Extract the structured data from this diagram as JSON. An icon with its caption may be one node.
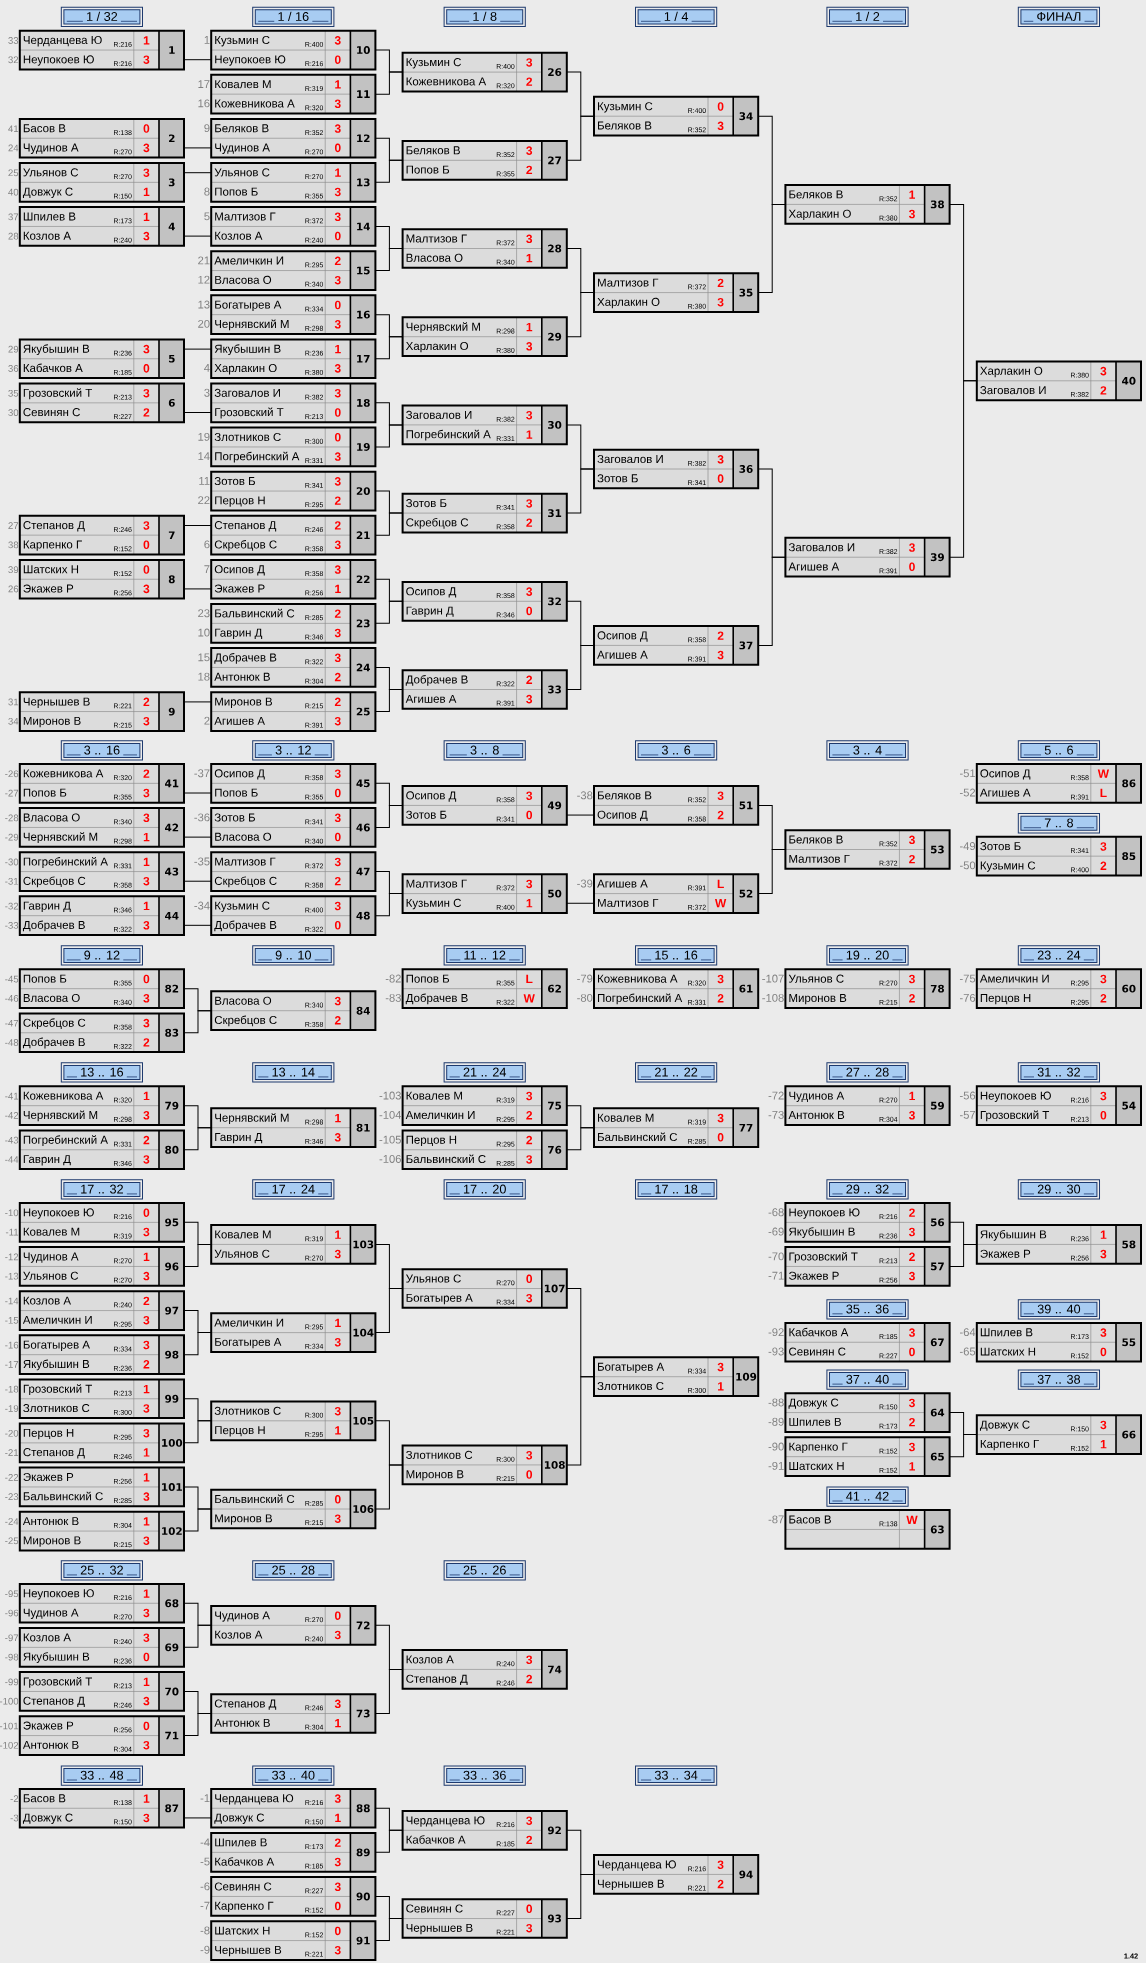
{
  "diagram": {
    "nodes": [
      {
        "text": [
          "1 / 32"
        ]
      },
      {
        "text": [
          "1 / 16"
        ]
      },
      {
        "text": [
          "1 / 8"
        ]
      },
      {
        "text": [
          "1 / 4"
        ]
      },
      {
        "text": [
          "1 / 2"
        ]
      },
      {
        "text": [
          "ФИНАЛ"
        ]
      },
      {
        "text": [
          "Черданцева Ю",
          "R:216",
          "1",
          "Неупокоев Ю",
          "R:216",
          "3",
          "1"
        ],
        "beside": [
          "33",
          "32"
        ]
      },
      {
        "text": [
          "Басов В",
          "R:138",
          "0",
          "Чудинов А",
          "R:270",
          "3",
          "2"
        ],
        "beside": [
          "41",
          "24"
        ]
      },
      {
        "text": [
          "Ульянов С",
          "R:270",
          "3",
          "Довжук С",
          "R:150",
          "1",
          "3"
        ],
        "beside": [
          "25",
          "40"
        ]
      },
      {
        "text": [
          "Шпилев В",
          "R:173",
          "1",
          "Козлов А",
          "R:240",
          "3",
          "4"
        ],
        "beside": [
          "37",
          "28"
        ]
      },
      {
        "text": [
          "Якубышин В",
          "R:236",
          "3",
          "Кабачков А",
          "R:185",
          "0",
          "5"
        ],
        "beside": [
          "29",
          "36"
        ]
      },
      {
        "text": [
          "Грозовский Т",
          "R:213",
          "3",
          "Севинян С",
          "R:227",
          "2",
          "6"
        ],
        "beside": [
          "35",
          "30"
        ]
      },
      {
        "text": [
          "Степанов Д",
          "R:246",
          "3",
          "Карпенко Г",
          "R:152",
          "0",
          "7"
        ],
        "beside": [
          "27",
          "38"
        ]
      },
      {
        "text": [
          "Шатских Н",
          "R:152",
          "0",
          "Экажев Р",
          "R:256",
          "3",
          "8"
        ],
        "beside": [
          "39",
          "26"
        ]
      },
      {
        "text": [
          "Чернышев В",
          "R:221",
          "2",
          "Миронов В",
          "R:215",
          "3",
          "9"
        ],
        "beside": [
          "31",
          "34"
        ]
      },
      {
        "text": [
          "Кузьмин С",
          "R:400",
          "3",
          "Неупокоев Ю",
          "R:216",
          "0",
          "10"
        ],
        "beside": [
          "1"
        ]
      },
      {
        "text": [
          "Ковалев М",
          "R:319",
          "1",
          "Кожевникова А",
          "R:320",
          "3",
          "11"
        ],
        "beside": [
          "17",
          "16"
        ]
      },
      {
        "text": [
          "Беляков В",
          "R:352",
          "3",
          "Чудинов А",
          "R:270",
          "0",
          "12"
        ],
        "beside": [
          "9"
        ]
      },
      {
        "text": [
          "Ульянов С",
          "R:270",
          "1",
          "Попов Б",
          "R:355",
          "3",
          "13"
        ],
        "beside": [
          "8"
        ]
      },
      {
        "text": [
          "Малтизов Г",
          "R:372",
          "3",
          "Козлов А",
          "R:240",
          "0",
          "14"
        ],
        "beside": [
          "5"
        ]
      },
      {
        "text": [
          "Амеличкин И",
          "R:295",
          "2",
          "Власова О",
          "R:340",
          "3",
          "15"
        ],
        "beside": [
          "21",
          "12"
        ]
      },
      {
        "text": [
          "Богатырев А",
          "R:334",
          "0",
          "Чернявский М",
          "R:298",
          "3",
          "16"
        ],
        "beside": [
          "13",
          "20"
        ]
      },
      {
        "text": [
          "Якубышин В",
          "R:236",
          "1",
          "Харлакин О",
          "R:380",
          "3",
          "17"
        ],
        "beside": [
          "4"
        ]
      },
      {
        "text": [
          "Заговалов И",
          "R:382",
          "3",
          "Грозовский Т",
          "R:213",
          "0",
          "18"
        ],
        "beside": [
          "3"
        ]
      },
      {
        "text": [
          "Злотников С",
          "R:300",
          "0",
          "Погребинский А",
          "R:331",
          "3",
          "19"
        ],
        "beside": [
          "19",
          "14"
        ]
      },
      {
        "text": [
          "Зотов Б",
          "R:341",
          "3",
          "Перцов Н",
          "R:295",
          "2",
          "20"
        ],
        "beside": [
          "11",
          "22"
        ]
      },
      {
        "text": [
          "Степанов Д",
          "R:246",
          "2",
          "Скребцов С",
          "R:358",
          "3",
          "21"
        ],
        "beside": [
          "6"
        ]
      },
      {
        "text": [
          "Осипов Д",
          "R:358",
          "3",
          "Экажев Р",
          "R:256",
          "1",
          "22"
        ],
        "beside": [
          "7"
        ]
      },
      {
        "text": [
          "Бальвинский С",
          "R:285",
          "2",
          "Гаврин Д",
          "R:346",
          "3",
          "23"
        ],
        "beside": [
          "23",
          "10"
        ]
      },
      {
        "text": [
          "Добрачев В",
          "R:322",
          "3",
          "Антонюк В",
          "R:304",
          "2",
          "24"
        ],
        "beside": [
          "15",
          "18"
        ]
      },
      {
        "text": [
          "Миронов В",
          "R:215",
          "2",
          "Агишев А",
          "R:391",
          "3",
          "25"
        ],
        "beside": [
          "2"
        ]
      },
      {
        "text": [
          "Кузьмин С",
          "R:400",
          "3",
          "Кожевникова А",
          "R:320",
          "2",
          "26"
        ]
      },
      {
        "text": [
          "Беляков В",
          "R:352",
          "3",
          "Попов Б",
          "R:355",
          "2",
          "27"
        ]
      },
      {
        "text": [
          "Малтизов Г",
          "R:372",
          "3",
          "Власова О",
          "R:340",
          "1",
          "28"
        ]
      },
      {
        "text": [
          "Чернявский М",
          "R:298",
          "1",
          "Харлакин О",
          "R:380",
          "3",
          "29"
        ]
      },
      {
        "text": [
          "Заговалов И",
          "R:382",
          "3",
          "Погребинский А",
          "R:331",
          "1",
          "30"
        ]
      },
      {
        "text": [
          "Зотов Б",
          "R:341",
          "3",
          "Скребцов С",
          "R:358",
          "2",
          "31"
        ]
      },
      {
        "text": [
          "Осипов Д",
          "R:358",
          "3",
          "Гаврин Д",
          "R:346",
          "0",
          "32"
        ]
      },
      {
        "text": [
          "Добрачев В",
          "R:322",
          "2",
          "Агишев А",
          "R:391",
          "3",
          "33"
        ]
      },
      {
        "text": [
          "Кузьмин С",
          "R:400",
          "0",
          "Беляков В",
          "R:352",
          "3",
          "34"
        ]
      },
      {
        "text": [
          "Малтизов Г",
          "R:372",
          "2",
          "Харлакин О",
          "R:380",
          "3",
          "35"
        ]
      },
      {
        "text": [
          "Заговалов И",
          "R:382",
          "3",
          "Зотов Б",
          "R:341",
          "0",
          "36"
        ]
      },
      {
        "text": [
          "Осипов Д",
          "R:358",
          "2",
          "Агишев А",
          "R:391",
          "3",
          "37"
        ]
      },
      {
        "text": [
          "Беляков В",
          "R:352",
          "1",
          "Харлакин О",
          "R:380",
          "3",
          "38"
        ]
      },
      {
        "text": [
          "Заговалов И",
          "R:382",
          "3",
          "Агишев А",
          "R:391",
          "0",
          "39"
        ]
      },
      {
        "text": [
          "Харлакин О",
          "R:380",
          "3",
          "Заговалов И",
          "R:382",
          "2",
          "40"
        ]
      },
      {
        "text": [
          "3 .. 16"
        ]
      },
      {
        "text": [
          "3 .. 12"
        ]
      },
      {
        "text": [
          "3 .. 8"
        ]
      },
      {
        "text": [
          "3 .. 6"
        ]
      },
      {
        "text": [
          "3 .. 4"
        ]
      },
      {
        "text": [
          "5 .. 6"
        ]
      },
      {
        "text": [
          "7 .. 8"
        ]
      },
      {
        "text": [
          "Кожевникова А",
          "R:320",
          "2",
          "Попов Б",
          "R:355",
          "3",
          "41"
        ],
        "beside": [
          "-26",
          "-27"
        ]
      },
      {
        "text": [
          "Власова О",
          "R:340",
          "3",
          "Чернявский М",
          "R:298",
          "1",
          "42"
        ],
        "beside": [
          "-28",
          "-29"
        ]
      },
      {
        "text": [
          "Погребинский А",
          "R:331",
          "1",
          "Скребцов С",
          "R:358",
          "3",
          "43"
        ],
        "beside": [
          "-30",
          "-31"
        ]
      },
      {
        "text": [
          "Гаврин Д",
          "R:346",
          "1",
          "Добрачев В",
          "R:322",
          "3",
          "44"
        ],
        "beside": [
          "-32",
          "-33"
        ]
      },
      {
        "text": [
          "Осипов Д",
          "R:358",
          "3",
          "Попов Б",
          "R:355",
          "0",
          "45"
        ],
        "beside": [
          "-37"
        ]
      },
      {
        "text": [
          "Зотов Б",
          "R:341",
          "3",
          "Власова О",
          "R:340",
          "0",
          "46"
        ],
        "beside": [
          "-36"
        ]
      },
      {
        "text": [
          "Малтизов Г",
          "R:372",
          "3",
          "Скребцов С",
          "R:358",
          "2",
          "47"
        ],
        "beside": [
          "-35"
        ]
      },
      {
        "text": [
          "Кузьмин С",
          "R:400",
          "3",
          "Добрачев В",
          "R:322",
          "0",
          "48"
        ],
        "beside": [
          "-34"
        ]
      },
      {
        "text": [
          "Осипов Д",
          "R:358",
          "3",
          "Зотов Б",
          "R:341",
          "0",
          "49"
        ]
      },
      {
        "text": [
          "Малтизов Г",
          "R:372",
          "3",
          "Кузьмин С",
          "R:400",
          "1",
          "50"
        ]
      },
      {
        "text": [
          "Беляков В",
          "R:352",
          "3",
          "Осипов Д",
          "R:358",
          "2",
          "51"
        ],
        "beside": [
          "-38"
        ]
      },
      {
        "text": [
          "Агишев А",
          "R:391",
          "L",
          "Малтизов Г",
          "R:372",
          "W",
          "52"
        ],
        "beside": [
          "-39"
        ]
      },
      {
        "text": [
          "Беляков В",
          "R:352",
          "3",
          "Малтизов Г",
          "R:372",
          "2",
          "53"
        ]
      },
      {
        "text": [
          "Осипов Д",
          "R:358",
          "W",
          "Агишев А",
          "R:391",
          "L",
          "86"
        ],
        "beside": [
          "-51",
          "-52"
        ]
      },
      {
        "text": [
          "Зотов Б",
          "R:341",
          "3",
          "Кузьмин С",
          "R:400",
          "2",
          "85"
        ],
        "beside": [
          "-49",
          "-50"
        ]
      },
      {
        "text": [
          "9 .. 12"
        ]
      },
      {
        "text": [
          "9 .. 10"
        ]
      },
      {
        "text": [
          "11 .. 12"
        ]
      },
      {
        "text": [
          "15 .. 16"
        ]
      },
      {
        "text": [
          "19 .. 20"
        ]
      },
      {
        "text": [
          "23 .. 24"
        ]
      },
      {
        "text": [
          "Попов Б",
          "R:355",
          "0",
          "Власова О",
          "R:340",
          "3",
          "82"
        ],
        "beside": [
          "-45",
          "-46"
        ]
      },
      {
        "text": [
          "Скребцов С",
          "R:358",
          "3",
          "Добрачев В",
          "R:322",
          "2",
          "83"
        ],
        "beside": [
          "-47",
          "-48"
        ]
      },
      {
        "text": [
          "Власова О",
          "R:340",
          "3",
          "Скребцов С",
          "R:358",
          "2",
          "84"
        ]
      },
      {
        "text": [
          "Попов Б",
          "R:355",
          "L",
          "Добрачев В",
          "R:322",
          "W",
          "62"
        ],
        "beside": [
          "-82",
          "-83"
        ]
      },
      {
        "text": [
          "Кожевникова А",
          "R:320",
          "3",
          "Погребинский А",
          "R:331",
          "2",
          "61"
        ],
        "beside": [
          "-79",
          "-80"
        ]
      },
      {
        "text": [
          "Ульянов С",
          "R:270",
          "3",
          "Миронов В",
          "R:215",
          "2",
          "78"
        ],
        "beside": [
          "-107",
          "-108"
        ]
      },
      {
        "text": [
          "Амеличкин И",
          "R:295",
          "3",
          "Перцов Н",
          "R:295",
          "2",
          "60"
        ],
        "beside": [
          "-75",
          "-76"
        ]
      },
      {
        "text": [
          "13 .. 16"
        ]
      },
      {
        "text": [
          "13 .. 14"
        ]
      },
      {
        "text": [
          "21 .. 24"
        ]
      },
      {
        "text": [
          "21 .. 22"
        ]
      },
      {
        "text": [
          "27 .. 28"
        ]
      },
      {
        "text": [
          "31 .. 32"
        ]
      },
      {
        "text": [
          "Кожевникова А",
          "R:320",
          "1",
          "Чернявский М",
          "R:298",
          "3",
          "79"
        ],
        "beside": [
          "-41",
          "-42"
        ]
      },
      {
        "text": [
          "Погребинский А",
          "R:331",
          "2",
          "Гаврин Д",
          "R:346",
          "3",
          "80"
        ],
        "beside": [
          "-43",
          "-44"
        ]
      },
      {
        "text": [
          "Чернявский М",
          "R:298",
          "1",
          "Гаврин Д",
          "R:346",
          "3",
          "81"
        ]
      },
      {
        "text": [
          "Ковалев М",
          "R:319",
          "3",
          "Амеличкин И",
          "R:295",
          "2",
          "75"
        ],
        "beside": [
          "-103",
          "-104"
        ]
      },
      {
        "text": [
          "Перцов Н",
          "R:295",
          "2",
          "Бальвинский С",
          "R:285",
          "3",
          "76"
        ],
        "beside": [
          "-105",
          "-106"
        ]
      },
      {
        "text": [
          "Ковалев М",
          "R:319",
          "3",
          "Бальвинский С",
          "R:285",
          "0",
          "77"
        ]
      },
      {
        "text": [
          "Чудинов А",
          "R:270",
          "1",
          "Антонюк В",
          "R:304",
          "3",
          "59"
        ],
        "beside": [
          "-72",
          "-73"
        ]
      },
      {
        "text": [
          "Неупокоев Ю",
          "R:216",
          "3",
          "Грозовский Т",
          "R:213",
          "0",
          "54"
        ],
        "beside": [
          "-56",
          "-57"
        ]
      },
      {
        "text": [
          "17 .. 32"
        ]
      },
      {
        "text": [
          "17 .. 24"
        ]
      },
      {
        "text": [
          "17 .. 20"
        ]
      },
      {
        "text": [
          "17 .. 18"
        ]
      },
      {
        "text": [
          "29 .. 32"
        ]
      },
      {
        "text": [
          "29 .. 30"
        ]
      },
      {
        "text": [
          "Неупокоев Ю",
          "R:216",
          "0",
          "Ковалев М",
          "R:319",
          "3",
          "95"
        ],
        "beside": [
          "-10",
          "-11"
        ]
      },
      {
        "text": [
          "Чудинов А",
          "R:270",
          "1",
          "Ульянов С",
          "R:270",
          "3",
          "96"
        ],
        "beside": [
          "-12",
          "-13"
        ]
      },
      {
        "text": [
          "Козлов А",
          "R:240",
          "2",
          "Амеличкин И",
          "R:295",
          "3",
          "97"
        ],
        "beside": [
          "-14",
          "-15"
        ]
      },
      {
        "text": [
          "Богатырев А",
          "R:334",
          "3",
          "Якубышин В",
          "R:236",
          "2",
          "98"
        ],
        "beside": [
          "-16",
          "-17"
        ]
      },
      {
        "text": [
          "Грозовский Т",
          "R:213",
          "1",
          "Злотников С",
          "R:300",
          "3",
          "99"
        ],
        "beside": [
          "-18",
          "-19"
        ]
      },
      {
        "text": [
          "Перцов Н",
          "R:295",
          "3",
          "Степанов Д",
          "R:246",
          "1",
          "100"
        ],
        "beside": [
          "-20",
          "-21"
        ]
      },
      {
        "text": [
          "Экажев Р",
          "R:256",
          "1",
          "Бальвинский С",
          "R:285",
          "3",
          "101"
        ],
        "beside": [
          "-22",
          "-23"
        ]
      },
      {
        "text": [
          "Антонюк В",
          "R:304",
          "1",
          "Миронов В",
          "R:215",
          "3",
          "102"
        ],
        "beside": [
          "-24",
          "-25"
        ]
      },
      {
        "text": [
          "Ковалев М",
          "R:319",
          "1",
          "Ульянов С",
          "R:270",
          "3",
          "103"
        ]
      },
      {
        "text": [
          "Амеличкин И",
          "R:295",
          "1",
          "Богатырев А",
          "R:334",
          "3",
          "104"
        ]
      },
      {
        "text": [
          "Злотников С",
          "R:300",
          "3",
          "Перцов Н",
          "R:295",
          "1",
          "105"
        ]
      },
      {
        "text": [
          "Бальвинский С",
          "R:285",
          "0",
          "Миронов В",
          "R:215",
          "3",
          "106"
        ]
      },
      {
        "text": [
          "Ульянов С",
          "R:270",
          "0",
          "Богатырев А",
          "R:334",
          "3",
          "107"
        ]
      },
      {
        "text": [
          "Злотников С",
          "R:300",
          "3",
          "Миронов В",
          "R:215",
          "0",
          "108"
        ]
      },
      {
        "text": [
          "Богатырев А",
          "R:334",
          "3",
          "Злотников С",
          "R:300",
          "1",
          "109"
        ]
      },
      {
        "text": [
          "Неупокоев Ю",
          "R:216",
          "2",
          "Якубышин В",
          "R:236",
          "3",
          "56"
        ],
        "beside": [
          "-68",
          "-69"
        ]
      },
      {
        "text": [
          "Грозовский Т",
          "R:213",
          "2",
          "Экажев Р",
          "R:256",
          "3",
          "57"
        ],
        "beside": [
          "-70",
          "-71"
        ]
      },
      {
        "text": [
          "Якубышин В",
          "R:236",
          "1",
          "Экажев Р",
          "R:256",
          "3",
          "58"
        ]
      },
      {
        "text": [
          "35 .. 36"
        ]
      },
      {
        "text": [
          "39 .. 40"
        ]
      },
      {
        "text": [
          "Кабачков А",
          "R:185",
          "3",
          "Севинян С",
          "R:227",
          "0",
          "67"
        ],
        "beside": [
          "-92",
          "-93"
        ]
      },
      {
        "text": [
          "Шпилев В",
          "R:173",
          "3",
          "Шатских Н",
          "R:152",
          "0",
          "55"
        ],
        "beside": [
          "-64",
          "-65"
        ]
      },
      {
        "text": [
          "37 .. 40"
        ]
      },
      {
        "text": [
          "37 .. 38"
        ]
      },
      {
        "text": [
          "Довжук С",
          "R:150",
          "3",
          "Шпилев В",
          "R:173",
          "2",
          "64"
        ],
        "beside": [
          "-88",
          "-89"
        ]
      },
      {
        "text": [
          "Карпенко Г",
          "R:152",
          "3",
          "Шатских Н",
          "R:152",
          "1",
          "65"
        ],
        "beside": [
          "-90",
          "-91"
        ]
      },
      {
        "text": [
          "Довжук С",
          "R:150",
          "3",
          "Карпенко Г",
          "R:152",
          "1",
          "66"
        ]
      },
      {
        "text": [
          "41 .. 42"
        ]
      },
      {
        "text": [
          "Басов В",
          "R:138",
          "W",
          "63"
        ],
        "beside": [
          "-87"
        ]
      },
      {
        "text": [
          "25 .. 32"
        ]
      },
      {
        "text": [
          "25 .. 28"
        ]
      },
      {
        "text": [
          "25 .. 26"
        ]
      },
      {
        "text": [
          "Неупокоев Ю",
          "R:216",
          "1",
          "Чудинов А",
          "R:270",
          "3",
          "68"
        ],
        "beside": [
          "-95",
          "-96"
        ]
      },
      {
        "text": [
          "Козлов А",
          "R:240",
          "3",
          "Якубышин В",
          "R:236",
          "0",
          "69"
        ],
        "beside": [
          "-97",
          "-98"
        ]
      },
      {
        "text": [
          "Грозовский Т",
          "R:213",
          "1",
          "Степанов Д",
          "R:246",
          "3",
          "70"
        ],
        "beside": [
          "-99",
          "-100"
        ]
      },
      {
        "text": [
          "Экажев Р",
          "R:256",
          "0",
          "Антонюк В",
          "R:304",
          "3",
          "71"
        ],
        "beside": [
          "-101",
          "-102"
        ]
      },
      {
        "text": [
          "Чудинов А",
          "R:270",
          "0",
          "Козлов А",
          "R:240",
          "3",
          "72"
        ]
      },
      {
        "text": [
          "Степанов Д",
          "R:246",
          "3",
          "Антонюк В",
          "R:304",
          "1",
          "73"
        ]
      },
      {
        "text": [
          "Козлов А",
          "R:240",
          "3",
          "Степанов Д",
          "R:246",
          "2",
          "74"
        ]
      },
      {
        "text": [
          "33 .. 48"
        ]
      },
      {
        "text": [
          "33 .. 40"
        ]
      },
      {
        "text": [
          "33 .. 36"
        ]
      },
      {
        "text": [
          "33 .. 34"
        ]
      },
      {
        "text": [
          "Басов В",
          "R:138",
          "1",
          "Довжук С",
          "R:150",
          "3",
          "87"
        ],
        "beside": [
          "-2",
          "-3"
        ]
      },
      {
        "text": [
          "Черданцева Ю",
          "R:216",
          "3",
          "Довжук С",
          "R:150",
          "1",
          "88"
        ],
        "beside": [
          "-1"
        ]
      },
      {
        "text": [
          "Шпилев В",
          "R:173",
          "2",
          "Кабачков А",
          "R:185",
          "3",
          "89"
        ],
        "beside": [
          "-4",
          "-5"
        ]
      },
      {
        "text": [
          "Севинян С",
          "R:227",
          "3",
          "Карпенко Г",
          "R:152",
          "0",
          "90"
        ],
        "beside": [
          "-6",
          "-7"
        ]
      },
      {
        "text": [
          "Шатских Н",
          "R:152",
          "0",
          "Чернышев В",
          "R:221",
          "3",
          "91"
        ],
        "beside": [
          "-8",
          "-9"
        ]
      },
      {
        "text": [
          "Черданцева Ю",
          "R:216",
          "3",
          "Кабачков А",
          "R:185",
          "2",
          "92"
        ]
      },
      {
        "text": [
          "Севинян С",
          "R:227",
          "0",
          "Чернышев В",
          "R:221",
          "3",
          "93"
        ]
      },
      {
        "text": [
          "Черданцева Ю",
          "R:216",
          "3",
          "Чернышев В",
          "R:221",
          "2",
          "94"
        ]
      }
    ],
    "edges": [
      {
        "from": 6,
        "to": 15,
        "arrow": "none"
      },
      {
        "from": 7,
        "to": 17,
        "arrow": "none"
      },
      {
        "from": 8,
        "to": 18,
        "arrow": "none"
      },
      {
        "from": 9,
        "to": 19,
        "arrow": "none"
      },
      {
        "from": 10,
        "to": 22,
        "arrow": "none"
      },
      {
        "from": 11,
        "to": 23,
        "arrow": "none"
      },
      {
        "from": 12,
        "to": 26,
        "arrow": "none"
      },
      {
        "from": 13,
        "to": 27,
        "arrow": "none"
      },
      {
        "from": 14,
        "to": 30,
        "arrow": "none"
      },
      {
        "from": 15,
        "to": 31,
        "arrow": "none"
      },
      {
        "from": 16,
        "to": 31,
        "arrow": "none"
      },
      {
        "from": 17,
        "to": 32,
        "arrow": "none"
      },
      {
        "from": 18,
        "to": 32,
        "arrow": "none"
      },
      {
        "from": 19,
        "to": 33,
        "arrow": "none"
      },
      {
        "from": 20,
        "to": 33,
        "arrow": "none"
      },
      {
        "from": 21,
        "to": 34,
        "arrow": "none"
      },
      {
        "from": 22,
        "to": 34,
        "arrow": "none"
      },
      {
        "from": 23,
        "to": 35,
        "arrow": "none"
      },
      {
        "from": 24,
        "to": 35,
        "arrow": "none"
      },
      {
        "from": 25,
        "to": 36,
        "arrow": "none"
      },
      {
        "from": 26,
        "to": 36,
        "arrow": "none"
      },
      {
        "from": 27,
        "to": 37,
        "arrow": "none"
      },
      {
        "from": 28,
        "to": 37,
        "arrow": "none"
      },
      {
        "from": 29,
        "to": 38,
        "arrow": "none"
      },
      {
        "from": 30,
        "to": 38,
        "arrow": "none"
      },
      {
        "from": 31,
        "to": 39,
        "arrow": "none"
      },
      {
        "from": 32,
        "to": 39,
        "arrow": "none"
      },
      {
        "from": 33,
        "to": 40,
        "arrow": "none"
      },
      {
        "from": 34,
        "to": 40,
        "arrow": "none"
      },
      {
        "from": 35,
        "to": 41,
        "arrow": "none"
      },
      {
        "from": 36,
        "to": 41,
        "arrow": "none"
      },
      {
        "from": 37,
        "to": 42,
        "arrow": "none"
      },
      {
        "from": 38,
        "to": 42,
        "arrow": "none"
      },
      {
        "from": 39,
        "to": 43,
        "arrow": "none"
      },
      {
        "from": 40,
        "to": 43,
        "arrow": "none"
      },
      {
        "from": 41,
        "to": 44,
        "arrow": "none"
      },
      {
        "from": 42,
        "to": 44,
        "arrow": "none"
      },
      {
        "from": 43,
        "to": 45,
        "arrow": "none"
      },
      {
        "from": 44,
        "to": 45,
        "arrow": "none"
      },
      {
        "from": 53,
        "to": 57,
        "arrow": "none"
      },
      {
        "from": 54,
        "to": 58,
        "arrow": "none"
      },
      {
        "from": 55,
        "to": 59,
        "arrow": "none"
      },
      {
        "from": 56,
        "to": 60,
        "arrow": "none"
      },
      {
        "from": 57,
        "to": 61,
        "arrow": "none"
      },
      {
        "from": 58,
        "to": 61,
        "arrow": "none"
      },
      {
        "from": 59,
        "to": 62,
        "arrow": "none"
      },
      {
        "from": 60,
        "to": 62,
        "arrow": "none"
      },
      {
        "from": 61,
        "to": 63,
        "arrow": "none"
      },
      {
        "from": 62,
        "to": 64,
        "arrow": "none"
      },
      {
        "from": 63,
        "to": 65,
        "arrow": "none"
      },
      {
        "from": 64,
        "to": 65,
        "arrow": "none"
      },
      {
        "from": 74,
        "to": 76,
        "arrow": "none"
      },
      {
        "from": 75,
        "to": 76,
        "arrow": "none"
      },
      {
        "from": 87,
        "to": 89,
        "arrow": "none"
      },
      {
        "from": 88,
        "to": 89,
        "arrow": "none"
      },
      {
        "from": 90,
        "to": 92,
        "arrow": "none"
      },
      {
        "from": 91,
        "to": 92,
        "arrow": "none"
      },
      {
        "from": 101,
        "to": 109,
        "arrow": "none"
      },
      {
        "from": 102,
        "to": 109,
        "arrow": "none"
      },
      {
        "from": 103,
        "to": 110,
        "arrow": "none"
      },
      {
        "from": 104,
        "to": 110,
        "arrow": "none"
      },
      {
        "from": 105,
        "to": 111,
        "arrow": "none"
      },
      {
        "from": 106,
        "to": 111,
        "arrow": "none"
      },
      {
        "from": 107,
        "to": 112,
        "arrow": "none"
      },
      {
        "from": 108,
        "to": 112,
        "arrow": "none"
      },
      {
        "from": 109,
        "to": 113,
        "arrow": "none"
      },
      {
        "from": 110,
        "to": 113,
        "arrow": "none"
      },
      {
        "from": 111,
        "to": 114,
        "arrow": "none"
      },
      {
        "from": 112,
        "to": 114,
        "arrow": "none"
      },
      {
        "from": 113,
        "to": 115,
        "arrow": "none"
      },
      {
        "from": 114,
        "to": 115,
        "arrow": "none"
      },
      {
        "from": 116,
        "to": 118,
        "arrow": "none"
      },
      {
        "from": 117,
        "to": 118,
        "arrow": "none"
      },
      {
        "from": 125,
        "to": 127,
        "arrow": "none"
      },
      {
        "from": 126,
        "to": 127,
        "arrow": "none"
      },
      {
        "from": 133,
        "to": 137,
        "arrow": "none"
      },
      {
        "from": 134,
        "to": 137,
        "arrow": "none"
      },
      {
        "from": 135,
        "to": 138,
        "arrow": "none"
      },
      {
        "from": 136,
        "to": 138,
        "arrow": "none"
      },
      {
        "from": 137,
        "to": 139,
        "arrow": "none"
      },
      {
        "from": 138,
        "to": 139,
        "arrow": "none"
      },
      {
        "from": 144,
        "to": 145,
        "arrow": "none"
      },
      {
        "from": 145,
        "to": 149,
        "arrow": "none"
      },
      {
        "from": 146,
        "to": 149,
        "arrow": "none"
      },
      {
        "from": 147,
        "to": 150,
        "arrow": "none"
      },
      {
        "from": 148,
        "to": 150,
        "arrow": "none"
      },
      {
        "from": 149,
        "to": 151,
        "arrow": "none"
      },
      {
        "from": 150,
        "to": 151,
        "arrow": "none"
      }
    ],
    "labels": [
      "1.42"
    ]
  }
}
